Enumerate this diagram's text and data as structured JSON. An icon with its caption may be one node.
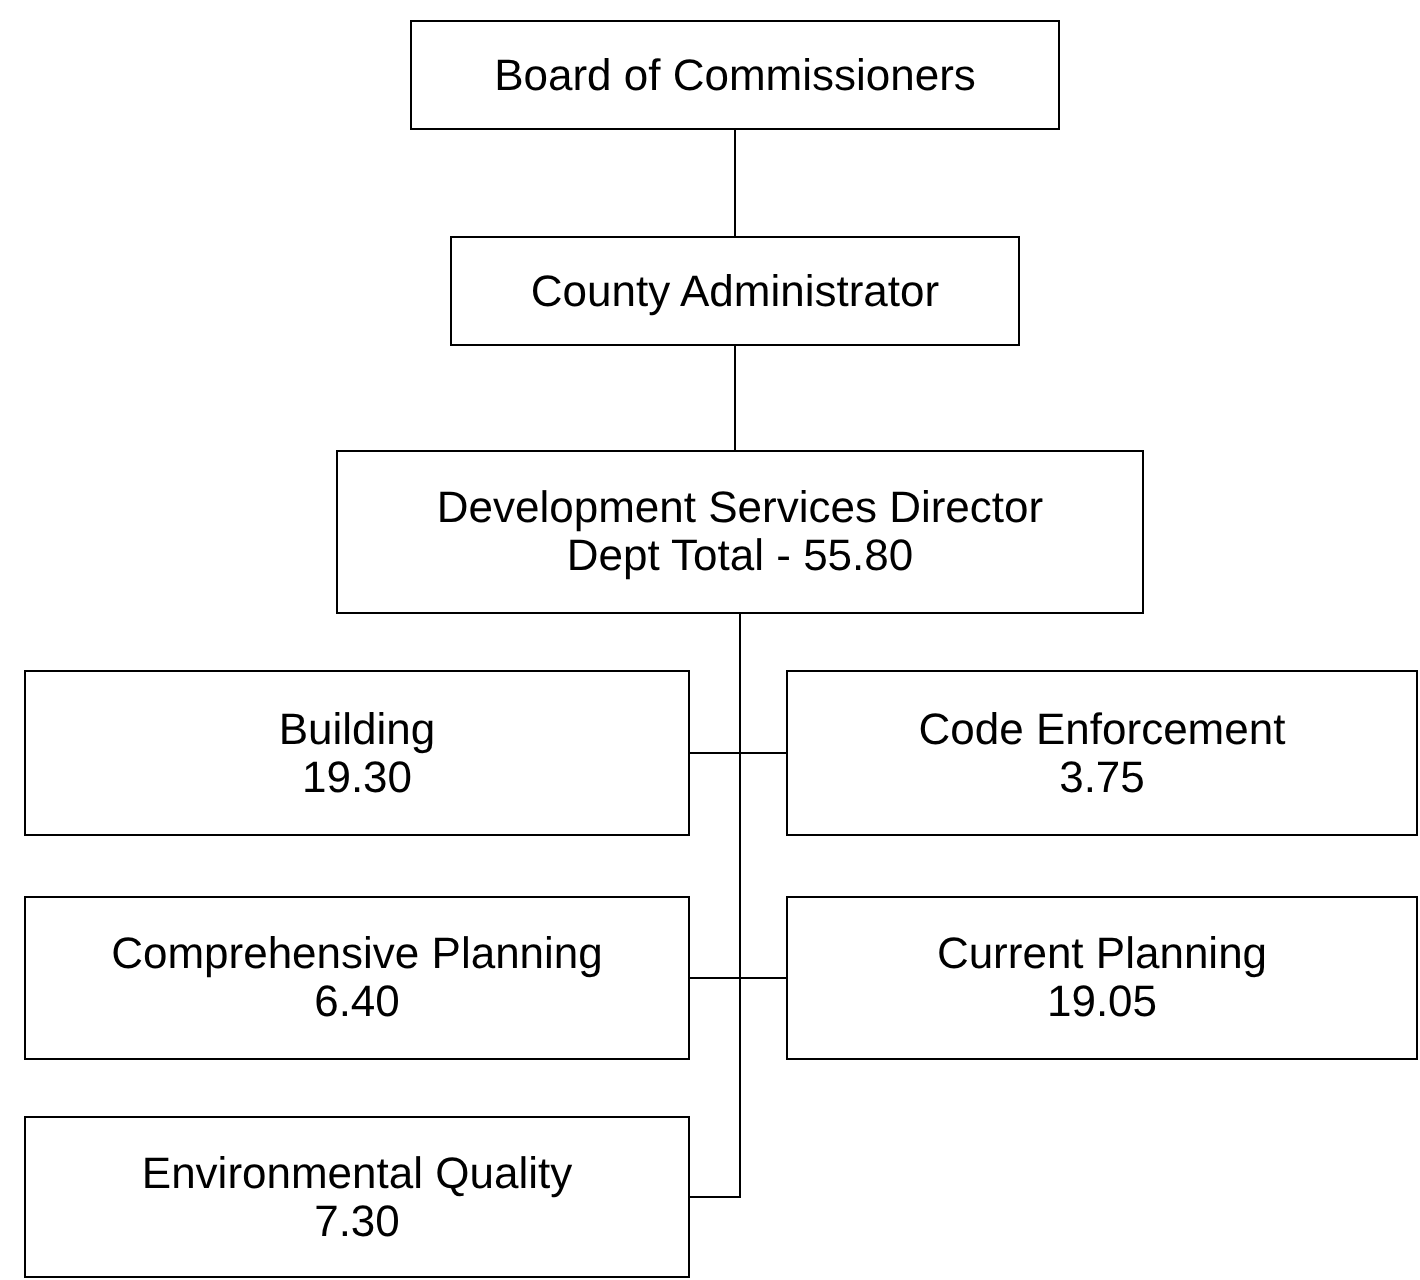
{
  "diagram": {
    "nodes": [
      {
        "text": [
          "Board of Commissioners"
        ]
      },
      {
        "text": [
          "County Administrator"
        ]
      },
      {
        "text": [
          "Development Services Director",
          "Dept Total - 55.80"
        ]
      },
      {
        "text": [
          "Building",
          "19.30"
        ]
      },
      {
        "text": [
          "Code Enforcement",
          "3.75"
        ]
      },
      {
        "text": [
          "Comprehensive Planning",
          "6.40"
        ]
      },
      {
        "text": [
          "Current Planning",
          "19.05"
        ]
      },
      {
        "text": [
          "Environmental Quality",
          "7.30"
        ]
      }
    ],
    "edges": [
      {
        "from": 0,
        "to": 1,
        "arrow": "none"
      },
      {
        "from": 1,
        "to": 2,
        "arrow": "none"
      },
      {
        "from": 2,
        "to": 3,
        "arrow": "none"
      },
      {
        "from": 2,
        "to": 4,
        "arrow": "none"
      },
      {
        "from": 2,
        "to": 5,
        "arrow": "none"
      },
      {
        "from": 2,
        "to": 6,
        "arrow": "none"
      },
      {
        "from": 2,
        "to": 7,
        "arrow": "none"
      }
    ]
  }
}
